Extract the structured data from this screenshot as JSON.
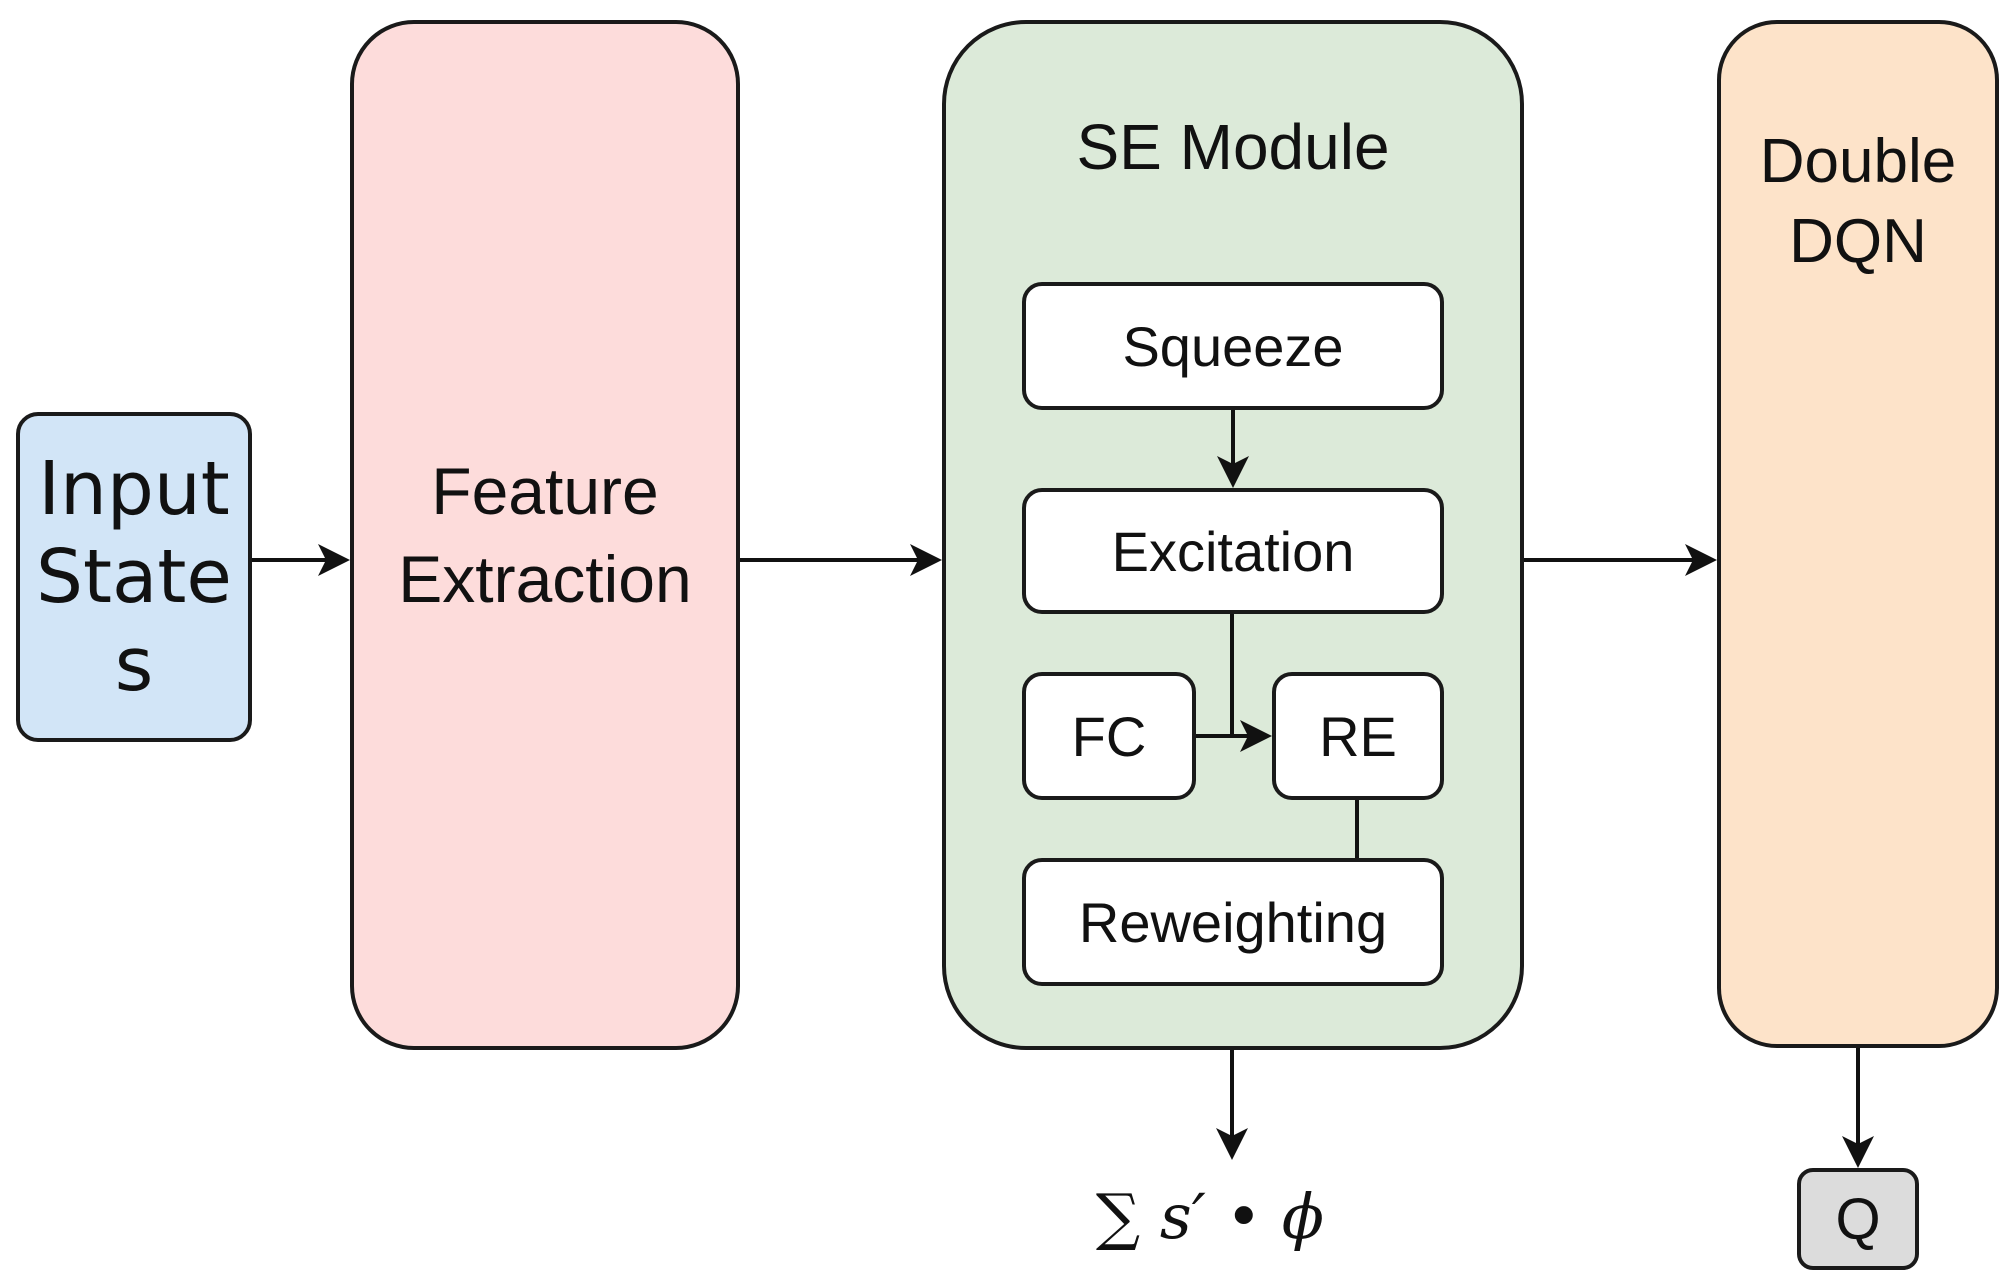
{
  "diagram": {
    "input_state": {
      "lines": [
        "Input",
        "State",
        "s"
      ],
      "color": "#d2e5f7"
    },
    "feature_extraction": {
      "lines": [
        "Feature",
        "Extraction"
      ],
      "color": "#fddcdb"
    },
    "se_module": {
      "title": "SE Module",
      "color": "#dcead9",
      "blocks": {
        "squeeze": "Squeeze",
        "excitation": "Excitation",
        "fc": "FC",
        "re": "RE",
        "reweighting": "Reweighting"
      }
    },
    "double_dqn": {
      "lines": [
        "Double",
        "DQN"
      ],
      "color": "#fde3c9"
    },
    "output_q": {
      "label": "Q",
      "color": "#dcdcdc"
    },
    "se_output_formula": {
      "sigma": "∑",
      "expr": "s′ • ϕ"
    },
    "edges": [
      {
        "from": "Input State s",
        "to": "Feature Extraction"
      },
      {
        "from": "Feature Extraction",
        "to": "SE Module"
      },
      {
        "from": "SE Module",
        "to": "Double DQN"
      },
      {
        "from": "Squeeze",
        "to": "Excitation"
      },
      {
        "from": "Excitation",
        "to": "RE"
      },
      {
        "from": "FC",
        "to": "RE"
      },
      {
        "from": "RE",
        "to": "Reweighting"
      },
      {
        "from": "SE Module",
        "to": "∑ s′ • ϕ"
      },
      {
        "from": "Double DQN",
        "to": "Q"
      }
    ]
  }
}
